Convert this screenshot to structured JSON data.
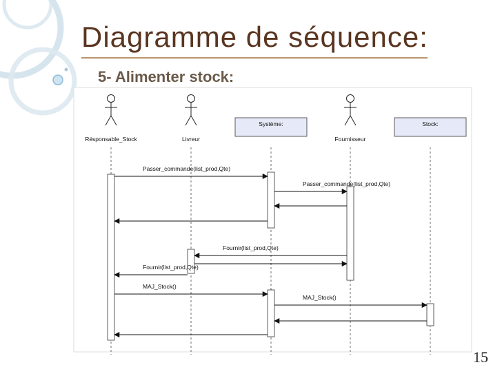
{
  "slide": {
    "title": "Diagramme de séquence:",
    "subtitle": "5- Alimenter stock:",
    "page_number": "15"
  },
  "diagram": {
    "actors": [
      {
        "id": "responsable",
        "label": "Résponsable_Stock",
        "kind": "actor"
      },
      {
        "id": "livreur",
        "label": "Livreur",
        "kind": "actor"
      },
      {
        "id": "systeme",
        "label": "Système:",
        "kind": "object"
      },
      {
        "id": "fournisseur",
        "label": "Fournisseur",
        "kind": "actor"
      },
      {
        "id": "stock",
        "label": "Stock:",
        "kind": "object"
      }
    ],
    "messages": [
      {
        "from": "responsable",
        "to": "systeme",
        "label": "Passer_commande(list_prod,Qte)",
        "kind": "call"
      },
      {
        "from": "systeme",
        "to": "fournisseur",
        "label": "Passer_commande(list_prod,Qte)",
        "kind": "call"
      },
      {
        "from": "fournisseur",
        "to": "systeme",
        "label": "",
        "kind": "return"
      },
      {
        "from": "systeme",
        "to": "responsable",
        "label": "",
        "kind": "return"
      },
      {
        "from": "fournisseur",
        "to": "livreur",
        "label": "Fournir(list_prod,Qte)",
        "kind": "call"
      },
      {
        "from": "livreur",
        "to": "fournisseur",
        "label": "",
        "kind": "return"
      },
      {
        "from": "livreur",
        "to": "responsable",
        "label": "Fournir(list_prod,Qte)",
        "kind": "call"
      },
      {
        "from": "responsable",
        "to": "systeme",
        "label": "MAJ_Stock()",
        "kind": "call"
      },
      {
        "from": "systeme",
        "to": "stock",
        "label": "MAJ_Stock()",
        "kind": "call"
      },
      {
        "from": "stock",
        "to": "systeme",
        "label": "",
        "kind": "return"
      },
      {
        "from": "systeme",
        "to": "responsable",
        "label": "",
        "kind": "return"
      }
    ]
  },
  "colors": {
    "title": "#5a3520",
    "rule": "#b8956b",
    "object_box": "#e6e9f7",
    "deco_ring": "#c9dde9",
    "deco_dot": "#8fbcd8"
  }
}
